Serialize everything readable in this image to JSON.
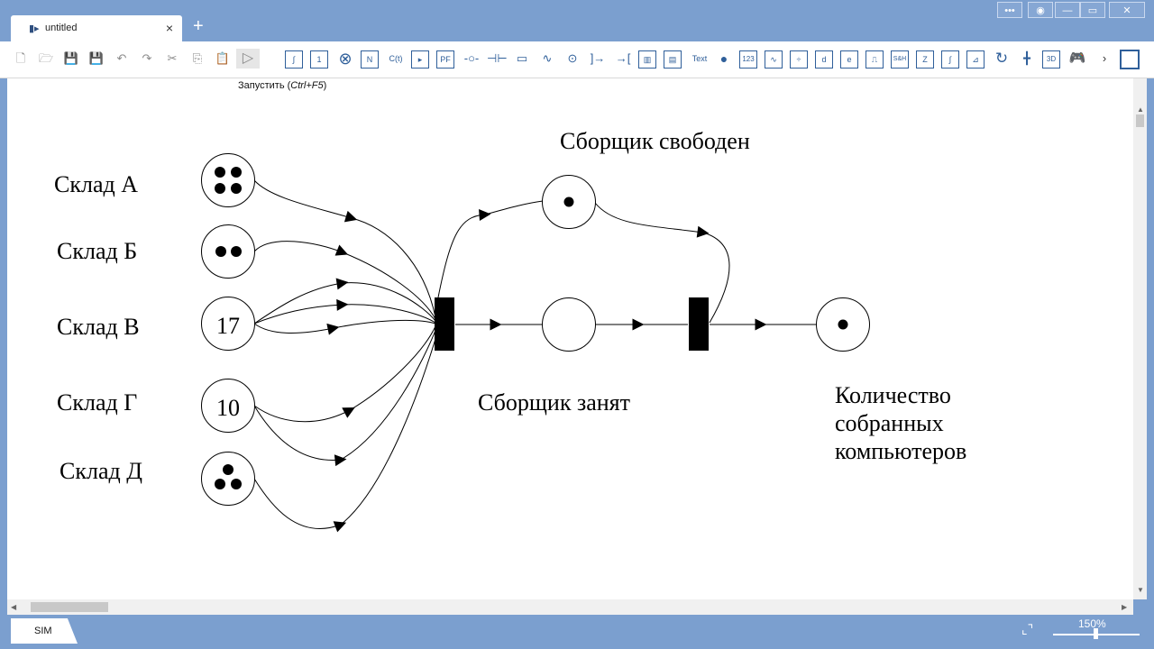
{
  "window": {
    "tab_title": "untitled",
    "tab_close": "×",
    "tab_add": "+",
    "controls": [
      "•••",
      "◉",
      "—",
      "▭",
      "✕"
    ]
  },
  "toolbar": {
    "tooltip_prefix": "Запустить (",
    "tooltip_shortcut": "Ctrl+F5",
    "tooltip_suffix": ")",
    "text_tool_label": "Text",
    "counter_tool_label": "123",
    "sh_tool_label": "S&H",
    "view3d_tool_label": "3D",
    "buttons": [
      "new-file",
      "open-file",
      "save",
      "save-as",
      "undo",
      "redo",
      "cut",
      "copy",
      "paste",
      "run"
    ]
  },
  "diagram": {
    "places": [
      {
        "id": "warehouse-a",
        "label": "Склад А",
        "tokens": 4
      },
      {
        "id": "warehouse-b",
        "label": "Склад Б",
        "tokens": 2
      },
      {
        "id": "warehouse-v",
        "label": "Склад В",
        "tokens_text": "17"
      },
      {
        "id": "warehouse-g",
        "label": "Склад Г",
        "tokens_text": "10"
      },
      {
        "id": "warehouse-d",
        "label": "Склад Д",
        "tokens": 3
      }
    ],
    "assembler_free_label": "Сборщик свободен",
    "assembler_busy_label": "Сборщик занят",
    "count_label_lines": [
      "Количество",
      "собранных",
      "компьютеров"
    ]
  },
  "status": {
    "sim_tab": "SIM",
    "zoom": "150%"
  }
}
